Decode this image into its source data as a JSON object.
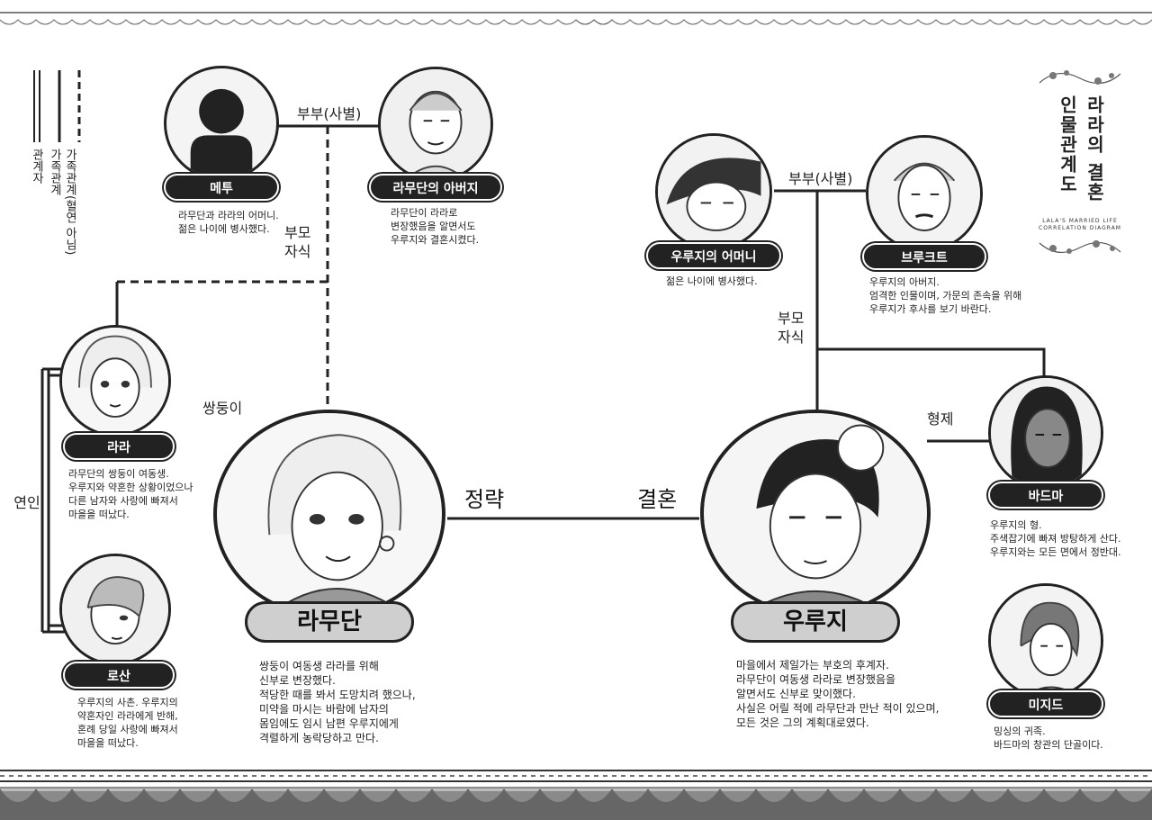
{
  "title": {
    "korean_line1": "라라의 결혼",
    "korean_line2": "인물관계도",
    "english_line1": "LALA'S MARRIED LIFE",
    "english_line2": "CORRELATION DIAGRAM"
  },
  "legend": {
    "double_line": "관계자",
    "solid_line": "가족관계",
    "dashed_line": "가족관계(혈연 아님)"
  },
  "characters": {
    "metu": {
      "name": "메투",
      "desc": "라무단과 라라의 어머니.\n젊은 나이에 병사했다."
    },
    "ramudan_father": {
      "name": "라무단의 아버지",
      "desc": "라무단이 라라로\n변장했음을 알면서도\n우루지와 결혼시켰다."
    },
    "lala": {
      "name": "라라",
      "desc": "라무단의 쌍둥이 여동생.\n우루지와 약혼한 상황이었으나\n다른 남자와 사랑에 빠져서\n마을을 떠났다."
    },
    "rosan": {
      "name": "로산",
      "desc": "우루지의 사촌. 우루지의\n약혼자인 라라에게 반해,\n혼례 당일 사랑에 빠져서\n마을을 떠났다."
    },
    "ramudan": {
      "name": "라무단",
      "desc": "쌍둥이 여동생 라라를 위해\n신부로 변장했다.\n적당한 때를 봐서 도망치려 했으나,\n미약을 마시는 바람에 남자의\n몸임에도 임시 남편 우루지에게\n격렬하게 농락당하고 만다."
    },
    "uruji_mother": {
      "name": "우루지의 어머니",
      "desc": "젊은 나이에 병사했다."
    },
    "brucht": {
      "name": "브루크트",
      "desc": "우루지의 아버지.\n엄격한 인물이며, 가문의 존속을 위해\n우루지가 후사를 보기 바란다."
    },
    "uruji": {
      "name": "우루지",
      "desc": "마을에서 제일가는 부호의 후계자.\n라무단이 여동생 라라로 변장했음을\n알면서도 신부로 맞이했다.\n사실은 어릴 적에 라무단과 만난 적이 있으며,\n모든 것은 그의 계획대로였다."
    },
    "badma": {
      "name": "바드마",
      "desc": "우루지의 형.\n주색잡기에 빠져 방탕하게 산다.\n우루지와는 모든 면에서 정반대."
    },
    "mizid": {
      "name": "미지드",
      "desc": "밍싱의 귀족.\n바드마의 창관의 단골이다."
    }
  },
  "relations": {
    "couple_left": "부부(사별)",
    "couple_right": "부부(사별)",
    "parent_child_left": "부모\n자식",
    "parent_child_right": "부모\n자식",
    "twins": "쌍둥이",
    "lovers": "연인",
    "brothers": "형제",
    "engagement": "정략",
    "marriage": "결혼"
  }
}
